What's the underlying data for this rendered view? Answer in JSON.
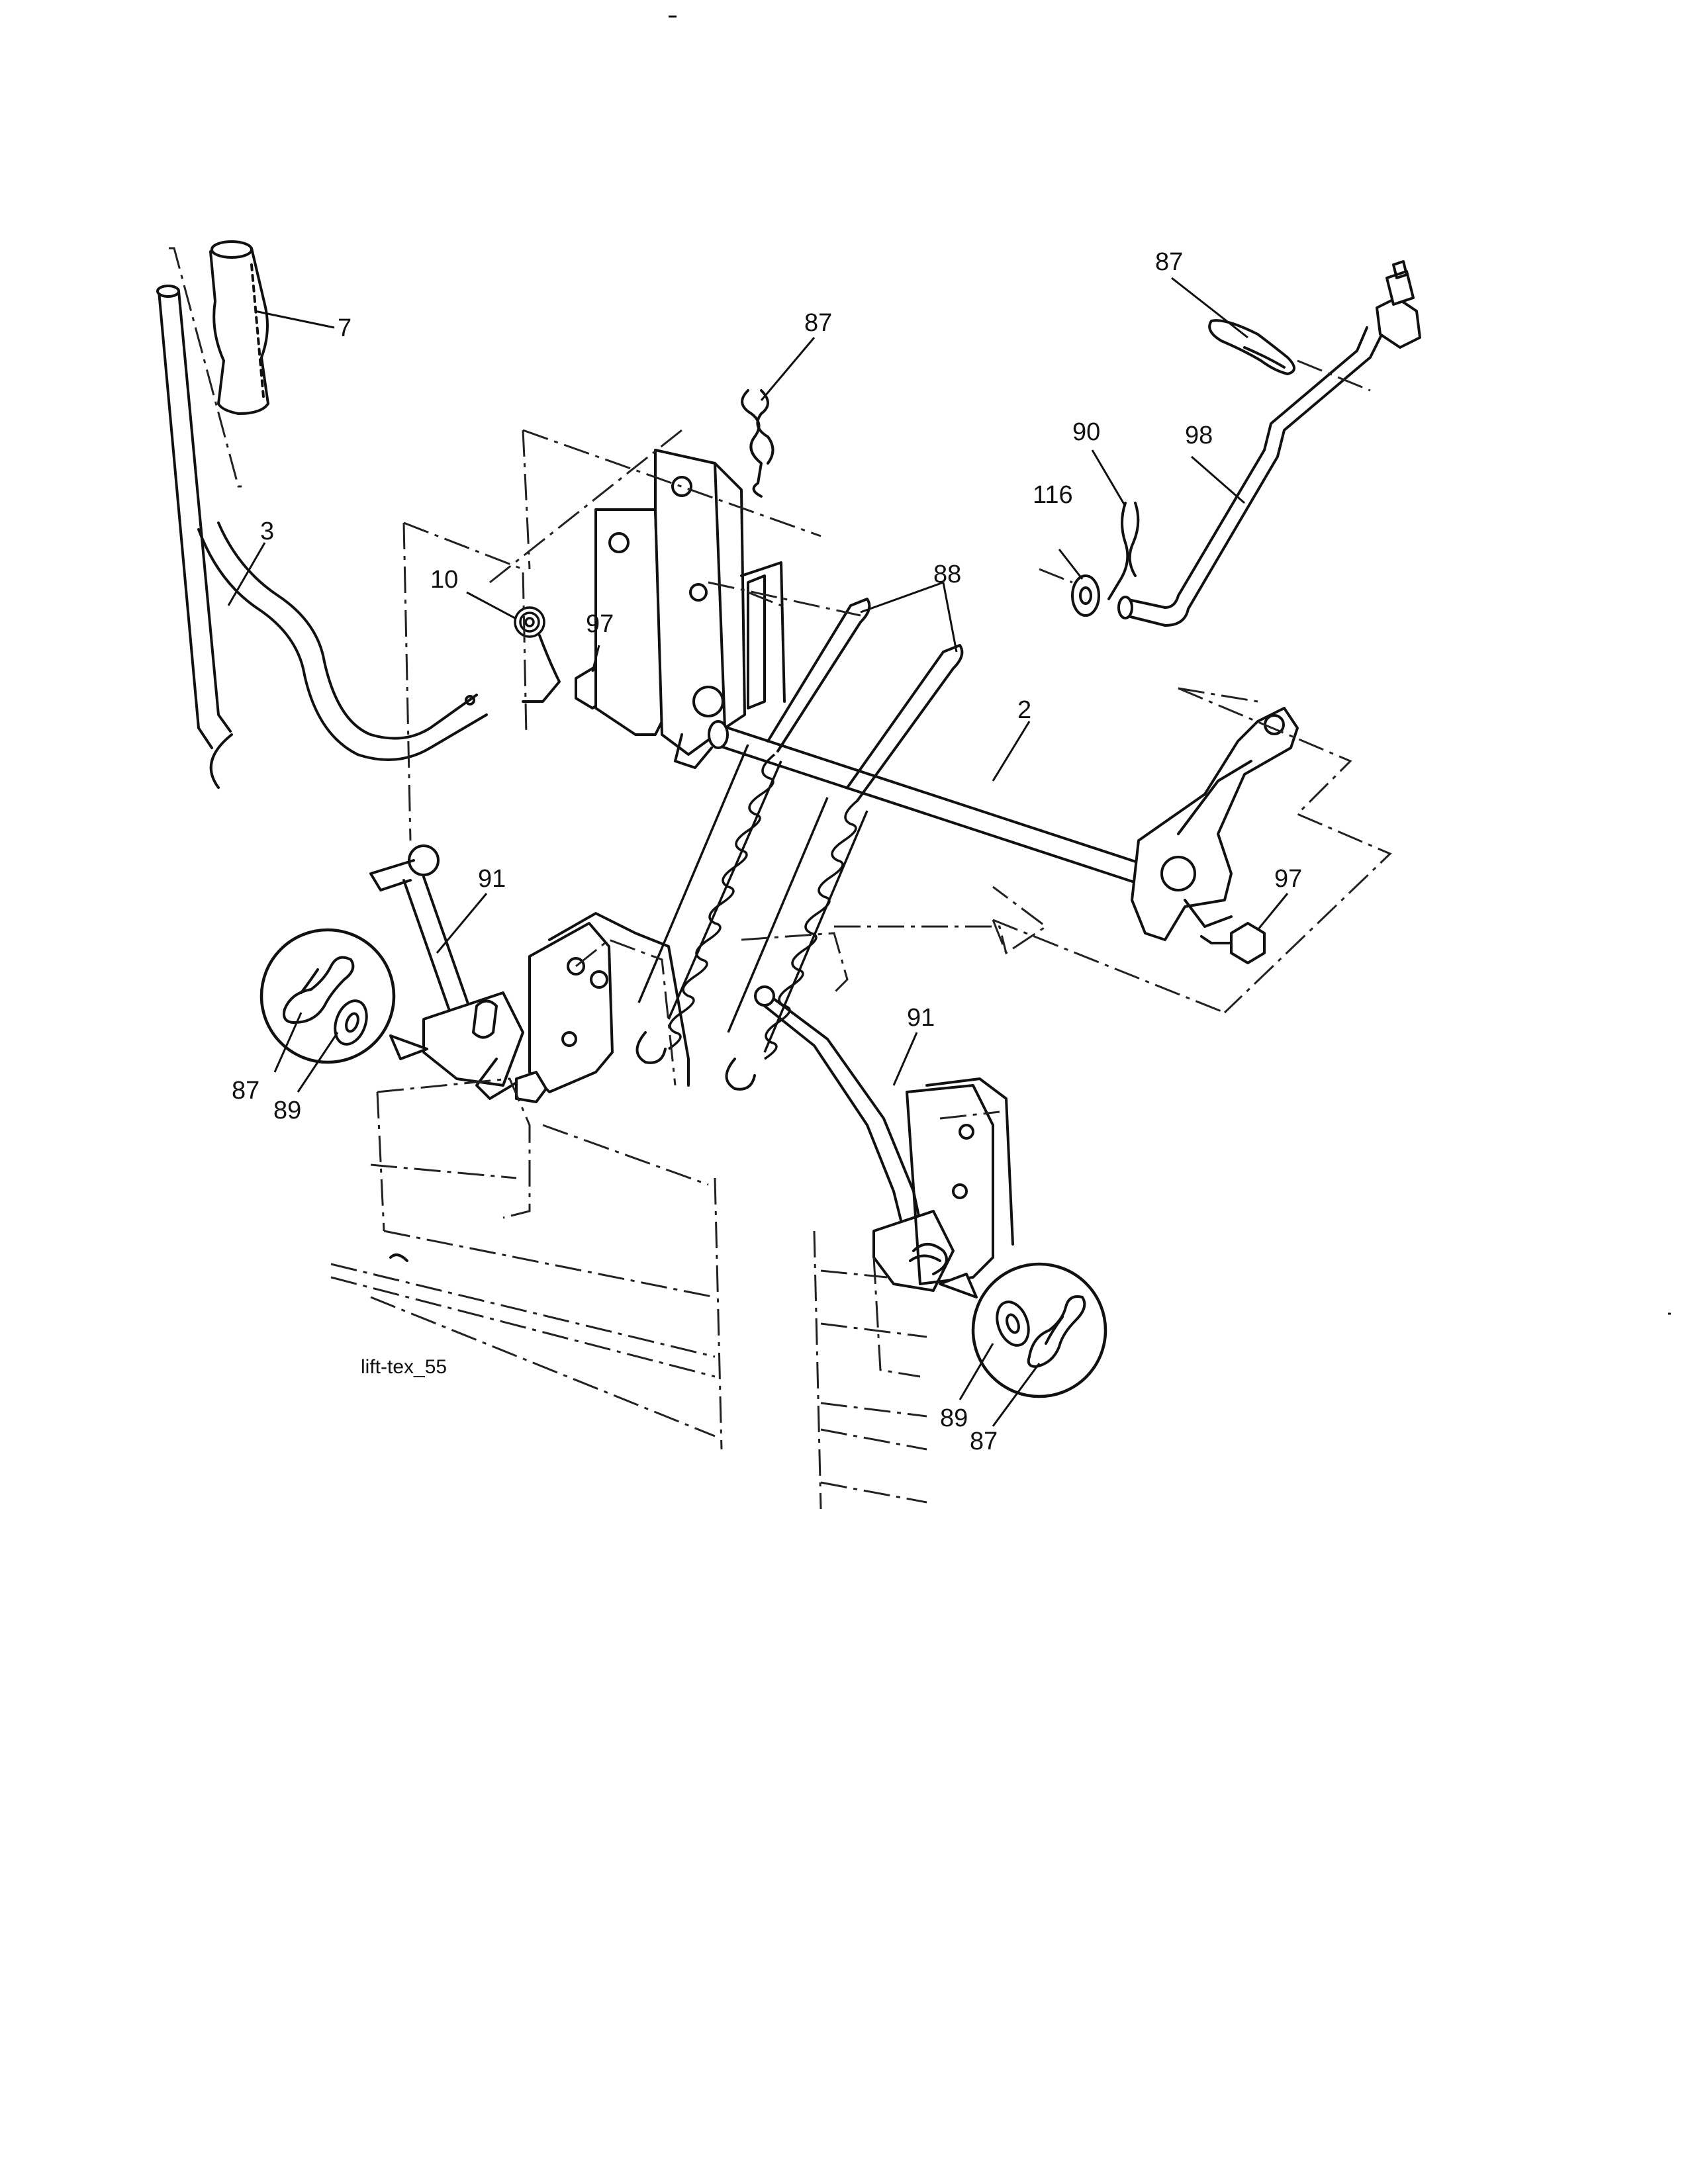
{
  "figure_id": "lift-tex_55",
  "callouts": [
    {
      "id": "c-7",
      "text": "7"
    },
    {
      "id": "c-3",
      "text": "3"
    },
    {
      "id": "c-10",
      "text": "10"
    },
    {
      "id": "c-97a",
      "text": "97"
    },
    {
      "id": "c-87a",
      "text": "87"
    },
    {
      "id": "c-88",
      "text": "88"
    },
    {
      "id": "c-87b",
      "text": "87"
    },
    {
      "id": "c-90",
      "text": "90"
    },
    {
      "id": "c-98",
      "text": "98"
    },
    {
      "id": "c-116",
      "text": "116"
    },
    {
      "id": "c-2",
      "text": "2"
    },
    {
      "id": "c-97b",
      "text": "97"
    },
    {
      "id": "c-91a",
      "text": "91"
    },
    {
      "id": "c-87c",
      "text": "87"
    },
    {
      "id": "c-89a",
      "text": "89"
    },
    {
      "id": "c-91b",
      "text": "91"
    },
    {
      "id": "c-89b",
      "text": "89"
    },
    {
      "id": "c-87d",
      "text": "87"
    }
  ]
}
